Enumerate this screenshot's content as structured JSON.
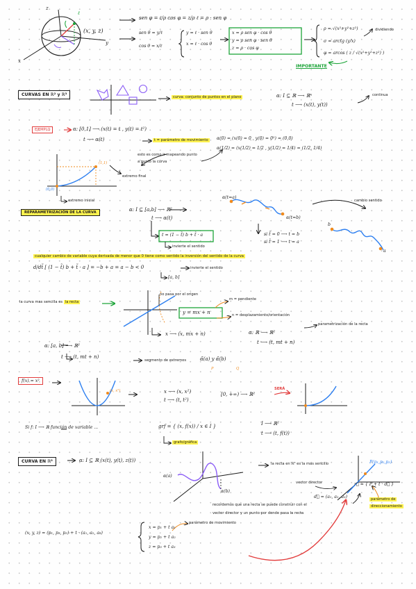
{
  "top": {
    "sphere_labels": {
      "z": "z",
      "y": "y",
      "x": "x",
      "point": "(x, y, z)",
      "ell": "ℓ"
    },
    "line1": "sen φ = ℓ/ρ    cos φ = z/ρ    ℓ = ρ · sen φ",
    "system_left": [
      "sen θ = y/ℓ",
      "cos θ = x/ℓ"
    ],
    "system_mid": [
      "y = ℓ · sen θ",
      "x = ℓ · cos θ"
    ],
    "boxed_system": [
      "x = ρ sen φ · cos θ",
      "y = ρ sen φ · sen θ",
      "z = ρ · cos φ"
    ],
    "inverse_system": [
      "ρ = √(x²+y²+z²)",
      "σ = arctg (y/x)",
      "φ = arcos ( z / √(x²+y²+z²) )"
    ],
    "dividiendo": "dividiendo",
    "importante": "IMPORTANTE"
  },
  "section_curvas_r2": {
    "title": "CURVAS EN ℝ² y ℝ³",
    "curva_label": "curva: conjunto de puntos en el plano",
    "alpha_map": [
      "α: I ⊆ ℝ ⟶ ℝⁿ",
      "t ⟶ (x(t), y(t))"
    ],
    "continua": "continua"
  },
  "ejemplo": {
    "label": "EJEMPLO",
    "map": "α: [0,1] ⟶ (x(t) = t , y(t) = t²)",
    "t_map": "t ⟶ α(t)",
    "param_label": "t = parámetro de movimiento",
    "alpha_values": [
      "α(0) = (x(0) = 0 , y(0) = 0²) = (0,0)",
      "α(1/2) = (x(1/2) = 1/2 , y(1/2) = 1/4) = (1/2, 1/4)"
    ],
    "mapping_note": [
      "esto es como ir mapeando punto",
      "a punto la curva"
    ],
    "point_11": "(1,1)",
    "point_00": "(0,0)",
    "extremo_final": "extremo final",
    "extremo_inicial": "extremo inicial"
  },
  "reparam": {
    "title": "REPARAMETRIZACIÓN DE LA CURVA",
    "map": "α: I ⊆ [a,b] ⟶ ℝ²",
    "t_row": "t ⟶ α(t)",
    "boxed": "t = (1 − t̃) b + t̃ · a",
    "invierte": "invierte el sentido",
    "alpha_ta": "α(t=a)",
    "alpha_tb": "α(t=b)",
    "cases": [
      "si  t̃ = 0 ⟶ t = b",
      "si  t̃ = 1 ⟶ t = a"
    ],
    "cambio_sentido": "cambio sentido",
    "b_label": "b",
    "a_label": "a",
    "highlight_note": "cualquier cambio de variable cuya derivada de menor que 0 tiene como sentido la inversión del sentido de la curva",
    "derivative": "d/dt̃ [ (1 − t̃) b + t̃ · a ] = −b + a = a − b < 0",
    "invierte2": "invierte el sentido",
    "interval": "[a, b]"
  },
  "recta": {
    "sentence_prefix": "la curva mas sencilla es",
    "sentence_hl": "la recta",
    "no_pasa": "no pasa por el origen",
    "equation": "y = mx + n",
    "m_label": "m = pendiente",
    "n_label": "n = desplazamiento/orientación",
    "map_r": "α: ℝ ⟶ ℝ²",
    "map_t": "t ⟶ (t, mt + n)",
    "param_recta": "parametrización de la recta",
    "x_map": "x ⟶ (x, mx + n)",
    "alpha_ab": "α: [a, b] ⟶ ℝ²",
    "t_row": "t ⟶ (t, mt + n)",
    "segmento": "segmento de extremos",
    "extremos": "α̃(a)  y  α̃(b)",
    "p_label": "P",
    "q_label": "Q"
  },
  "parabola": {
    "func": "f(x) = x²",
    "point": "(x, x²)",
    "maps": [
      "x ⟶ (x, x²)",
      "t ⟶ (t, t²)"
    ],
    "interval_map": "[0, +∞) ⟶ ℝ²",
    "sera": "SERÁ"
  },
  "grafo": {
    "si": "Si  f: I ⟶ ℝ  función de variable ...",
    "grf": "grf = { (x, f(x)) / x ∈ I }",
    "map": [
      "I ⟶ ℝ²",
      "t ⟶ (t, f(t))"
    ],
    "grafo_label": "grafo/gráfica"
  },
  "r3": {
    "title": "CURVA EN ℝ³",
    "map": "α: I ⊆ ℝ   (x(t), y(t), z(t))",
    "alpha_a": "α(a)",
    "alpha_b": "α(b)",
    "recta_note": "la recta en ℝ³ es la mas sencillo",
    "point_p": "P(p₁,p₂,p₃)",
    "vector_director": "vector director",
    "param_eq": "r⃗ = { P + t · d⃗ }",
    "d_vec": "d⃗ = (a₁, a₂, a₃)",
    "param_dir": [
      "parámetro de",
      "direccionamiento"
    ],
    "recordemos": [
      "recordemos que una recta se puede construir con el",
      "vector director y un punto por donde pasa la recta"
    ],
    "vec_eq": "(x, y, z) = (p₁, p₂, p₃) + t · (a₁, a₂, a₃)",
    "components": [
      "x = p₁ + t a₁",
      "y = p₂ + t a₂",
      "z = p₃ + t a₃"
    ],
    "param_mov": "parámetro de movimiento"
  },
  "colors": {
    "green": "#1ea53a",
    "purple": "#8a5cf6",
    "orange": "#f08a1c",
    "blue": "#2d7ff0",
    "red": "#e23b3b",
    "yellow": "#fff34f"
  }
}
